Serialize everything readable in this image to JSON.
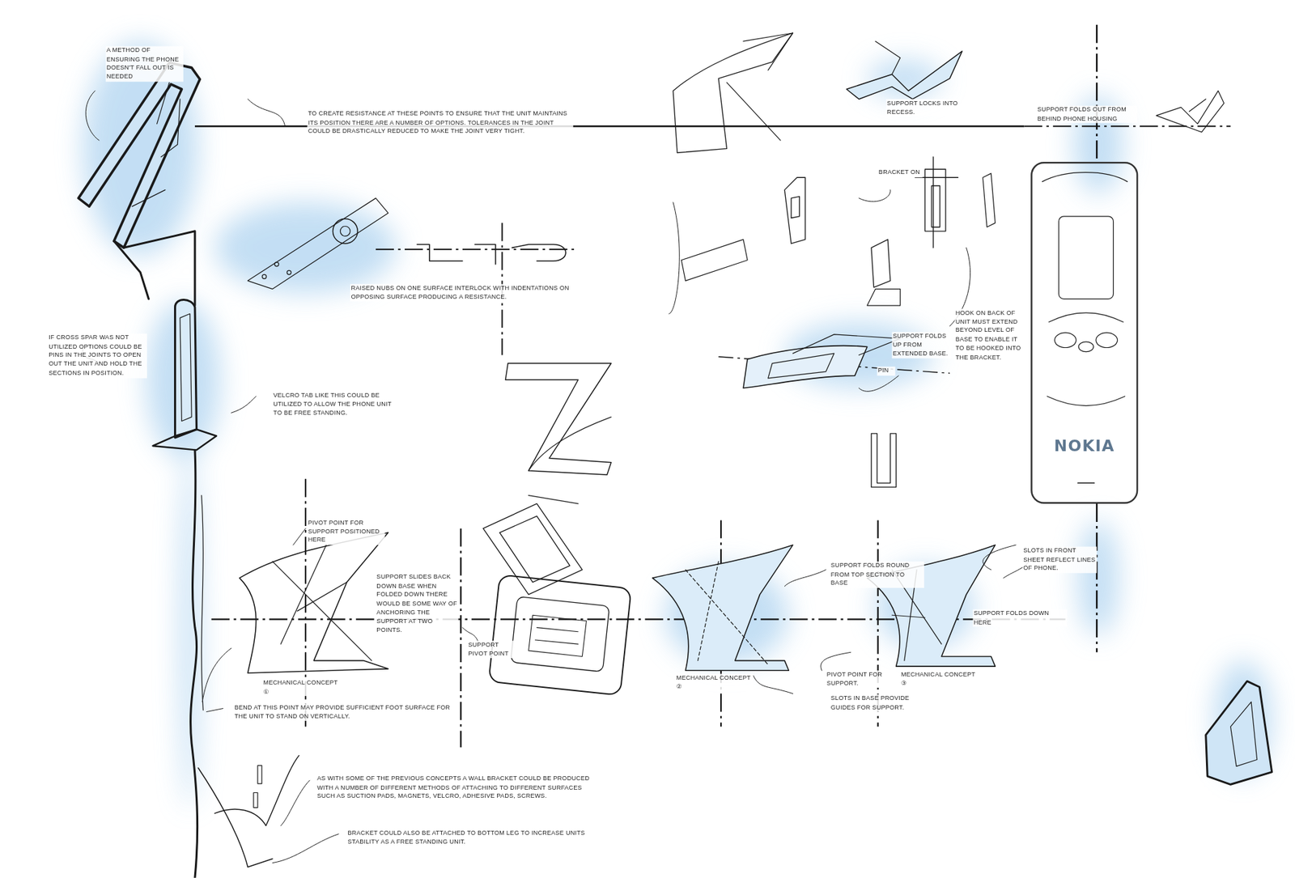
{
  "diagram": {
    "nodes": [
      {
        "text": [
          "NOKIA"
        ]
      }
    ],
    "labels": [
      "A METHOD OF ENSURING THE PHONE DOESN'T FALL OUT IS NEEDED",
      "TO CREATE RESISTANCE AT THESE POINTS TO ENSURE THAT THE UNIT MAINTAINS ITS POSITION THERE ARE A NUMBER OF OPTIONS. TOLERANCES IN THE JOINT COULD BE DRASTICALLY REDUCED TO MAKE THE JOINT VERY TIGHT.",
      "RAISED NUBS ON ONE SURFACE INTERLOCK WITH INDENTATIONS ON OPPOSING SURFACE PRODUCING A RESISTANCE.",
      "IF CROSS SPAR WAS NOT UTILIZED OPTIONS COULD BE PINS IN THE JOINTS TO OPEN OUT THE UNIT AND HOLD THE SECTIONS IN POSITION.",
      "VELCRO TAB LIKE THIS COULD BE UTILIZED TO ALLOW THE PHONE UNIT TO BE FREE STANDING.",
      "PIVOT POINT FOR SUPPORT POSITIONED HERE",
      "SUPPORT SLIDES BACK DOWN BASE WHEN FOLDED DOWN THERE WOULD BE SOME WAY OF ANCHORING THE SUPPORT AT TWO POINTS.",
      "MECHANICAL CONCEPT ①",
      "SUPPORT PIVOT POINT",
      "MECHANICAL CONCEPT ②",
      "PIVOT POINT FOR SUPPORT.",
      "MECHANICAL CONCEPT ③",
      "SUPPORT FOLDS ROUND FROM TOP SECTION TO BASE",
      "SUPPORT FOLDS DOWN HERE",
      "SLOTS IN FRONT SHEET REFLECT LINES OF PHONE.",
      "SLOTS IN BASE PROVIDE GUIDES FOR SUPPORT.",
      "SUPPORT LOCKS INTO RECESS.",
      "SUPPORT FOLDS OUT FROM BEHIND PHONE HOUSING",
      "BRACKET ON",
      "SUPPORT FOLDS UP FROM EXTENDED BASE.",
      "HOOK ON BACK OF UNIT MUST EXTEND BEYOND LEVEL OF BASE TO ENABLE IT TO BE HOOKED INTO THE BRACKET.",
      "PIN",
      "BEND AT THIS POINT MAY PROVIDE SUFFICIENT FOOT SURFACE FOR THE UNIT TO STAND ON VERTICALLY.",
      "AS WITH SOME OF THE PREVIOUS CONCEPTS A WALL BRACKET COULD BE PRODUCED WITH A NUMBER OF DIFFERENT METHODS OF ATTACHING TO DIFFERENT SURFACES SUCH AS SUCTION PADS, MAGNETS, VELCRO, ADHESIVE PADS, SCREWS.",
      "BRACKET COULD ALSO BE ATTACHED TO BOTTOM LEG TO INCREASE UNITS STABILITY AS A FREE STANDING UNIT."
    ]
  }
}
